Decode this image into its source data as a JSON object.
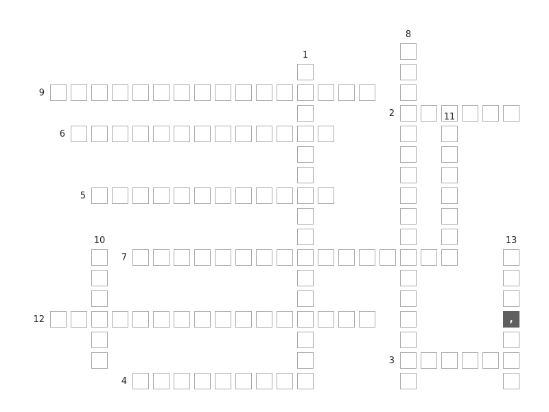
{
  "crossword": {
    "grid_origin": {
      "col": 0,
      "row": 0
    },
    "words": [
      {
        "number": "1",
        "direction": "down",
        "start": {
          "col": 12,
          "row": 1
        },
        "length": 16
      },
      {
        "number": "2",
        "direction": "across",
        "start": {
          "col": 17,
          "row": 3
        },
        "length": 6
      },
      {
        "number": "3",
        "direction": "across",
        "start": {
          "col": 17,
          "row": 15
        },
        "length": 6
      },
      {
        "number": "4",
        "direction": "across",
        "start": {
          "col": 4,
          "row": 16
        },
        "length": 9
      },
      {
        "number": "5",
        "direction": "across",
        "start": {
          "col": 2,
          "row": 7
        },
        "length": 12
      },
      {
        "number": "6",
        "direction": "across",
        "start": {
          "col": 1,
          "row": 4
        },
        "length": 13
      },
      {
        "number": "7",
        "direction": "across",
        "start": {
          "col": 4,
          "row": 10
        },
        "length": 15
      },
      {
        "number": "8",
        "direction": "down",
        "start": {
          "col": 17,
          "row": 0
        },
        "length": 17
      },
      {
        "number": "9",
        "direction": "across",
        "start": {
          "col": 0,
          "row": 2
        },
        "length": 16
      },
      {
        "number": "10",
        "direction": "down",
        "start": {
          "col": 2,
          "row": 10
        },
        "length": 6
      },
      {
        "number": "11",
        "direction": "down",
        "start": {
          "col": 19,
          "row": 4
        },
        "length": 7
      },
      {
        "number": "12",
        "direction": "across",
        "start": {
          "col": 0,
          "row": 13
        },
        "length": 16
      },
      {
        "number": "13",
        "direction": "down",
        "start": {
          "col": 22,
          "row": 10
        },
        "length": 7
      }
    ],
    "filled_cells": [
      {
        "col": 22,
        "row": 13,
        "value": ","
      }
    ]
  }
}
